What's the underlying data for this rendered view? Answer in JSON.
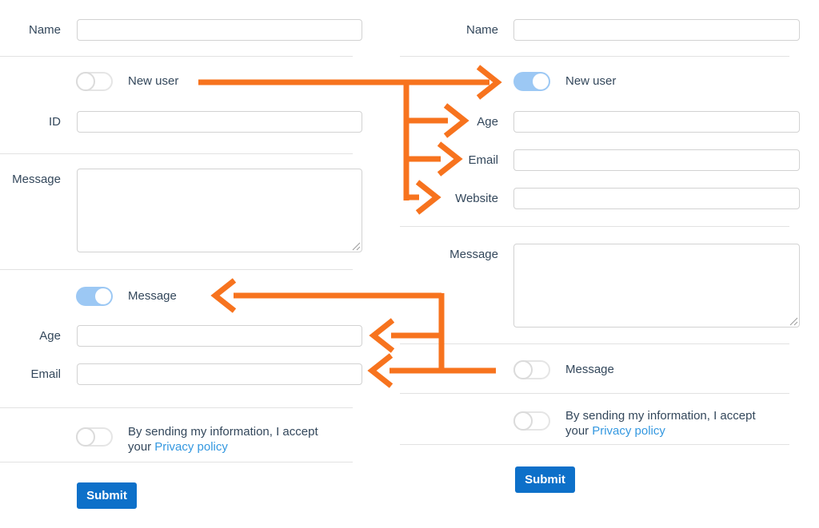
{
  "left": {
    "name_label": "Name",
    "new_user_label": "New user",
    "new_user_on": false,
    "id_label": "ID",
    "message_label": "Message",
    "message_toggle_label": "Message",
    "message_toggle_on": true,
    "age_label": "Age",
    "email_label": "Email",
    "consent_line1": "By sending my information, I accept",
    "consent_line2_prefix": "your",
    "privacy_link": "Privacy policy",
    "consent_toggle_on": false,
    "submit_label": "Submit"
  },
  "right": {
    "name_label": "Name",
    "new_user_label": "New user",
    "new_user_on": true,
    "age_label": "Age",
    "email_label": "Email",
    "website_label": "Website",
    "message_label": "Message",
    "message_toggle_label": "Message",
    "message_toggle_on": false,
    "consent_line1": "By sending my information, I accept",
    "consent_line2_prefix": "your",
    "privacy_link": "Privacy policy",
    "consent_toggle_on": false,
    "submit_label": "Submit"
  },
  "colors": {
    "arrow_orange": "#f7731e",
    "toggle_on_blue": "#9cc8f4",
    "submit_blue": "#0d70c9",
    "link_blue": "#3498e0",
    "label_text": "#33475b",
    "input_border": "#d2d2d2",
    "divider": "#e2e2e2"
  },
  "icons": {
    "arrows": "orange right/left mapping arrows between the two form states",
    "resize_handle": "textarea resize grip (diagonal lines)"
  }
}
